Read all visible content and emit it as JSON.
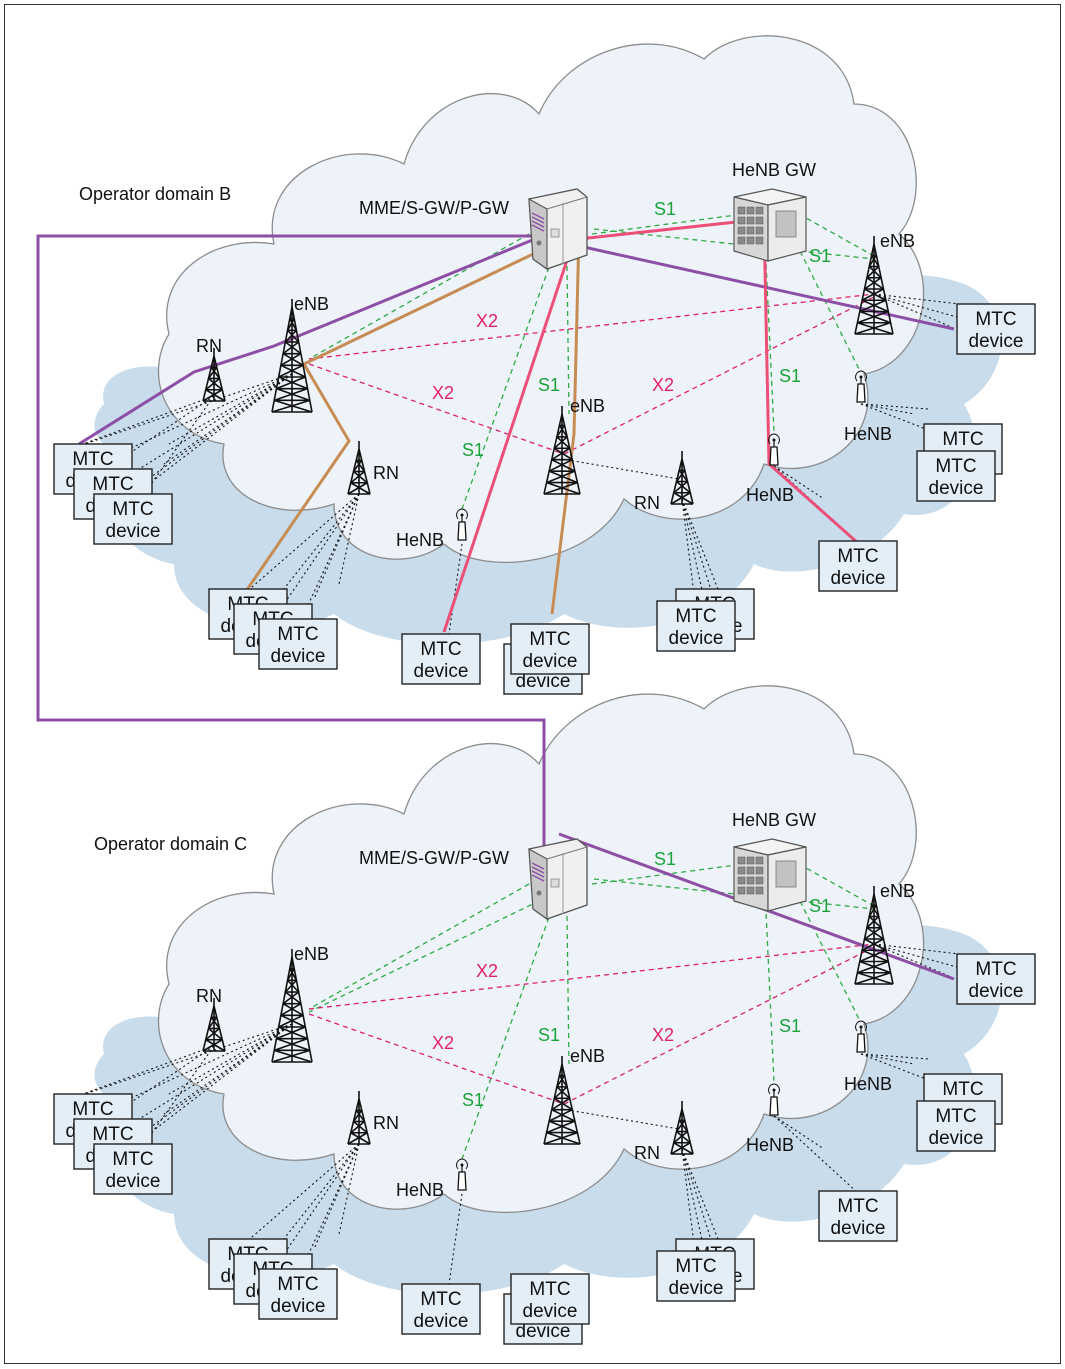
{
  "domains": [
    {
      "id": "B",
      "label": "Operator domain B",
      "core_label": "MME/S-GW/P-GW",
      "gw_label": "HeNB GW",
      "enb_label": "eNB",
      "rn_label": "RN",
      "henb_label": "HeNB",
      "s1_label": "S1",
      "x2_label": "X2",
      "device_label": "MTC device",
      "device_line1": "MTC",
      "device_line2": "device"
    },
    {
      "id": "C",
      "label": "Operator domain C",
      "core_label": "MME/S-GW/P-GW",
      "gw_label": "HeNB GW",
      "enb_label": "eNB",
      "rn_label": "RN",
      "henb_label": "HeNB",
      "s1_label": "S1",
      "x2_label": "X2",
      "device_label": "MTC device",
      "device_line1": "MTC",
      "device_line2": "device"
    }
  ],
  "colors": {
    "s1_interface": "#2eaa44",
    "x2_interface": "#e0206a",
    "inter_domain_path": "#8d4fa6",
    "henb_path": "#ec4f78",
    "relay_path": "#c78c53",
    "cloud_fill": "#eef3f9",
    "coverage_fill": "#c9dcec",
    "device_fill": "#e3eef7"
  },
  "icons": [
    "cloud-icon",
    "server-icon",
    "gateway-icon",
    "tower-icon",
    "relay-tower-icon",
    "henb-icon"
  ]
}
